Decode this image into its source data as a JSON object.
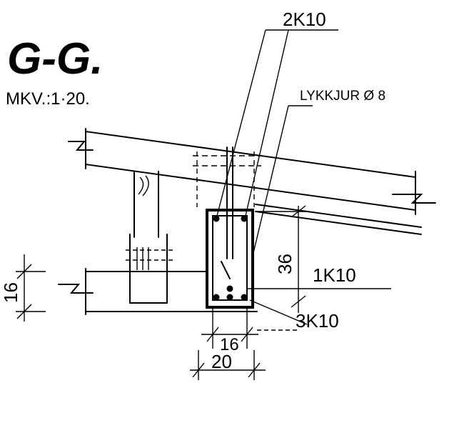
{
  "drawing": {
    "section_title": "G-G.",
    "scale_label": "MKV.:1·20.",
    "label_top_rebar": "2K10",
    "label_stirrup": "LYKKJUR Ø 8",
    "label_mid_rebar": "1K10",
    "label_bottom_rebar": "3K10",
    "dim_height": "36",
    "dim_left": "16",
    "dim_inner_width": "16",
    "dim_width": "20"
  }
}
